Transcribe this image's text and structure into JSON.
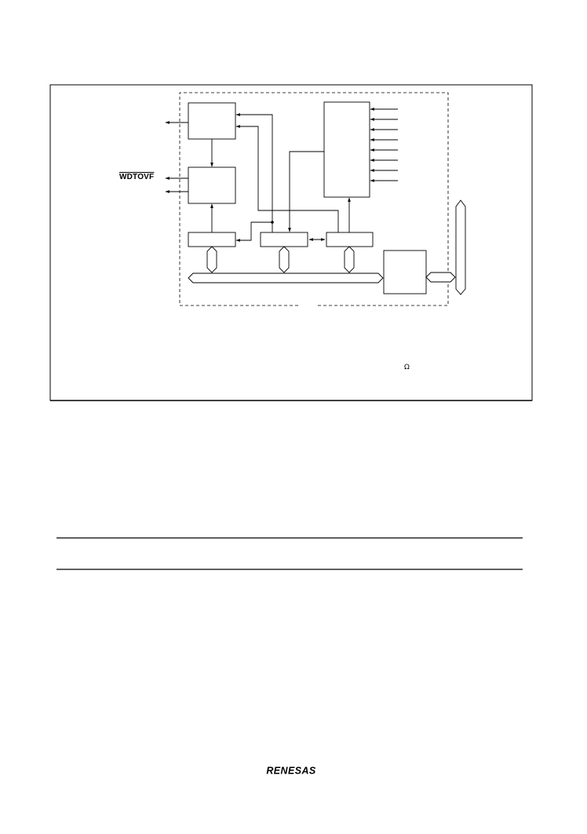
{
  "figure": {
    "signal_label": "WDTOVF",
    "omega_symbol": "Ω"
  },
  "footer": {
    "logo_text": "RENESAS"
  }
}
